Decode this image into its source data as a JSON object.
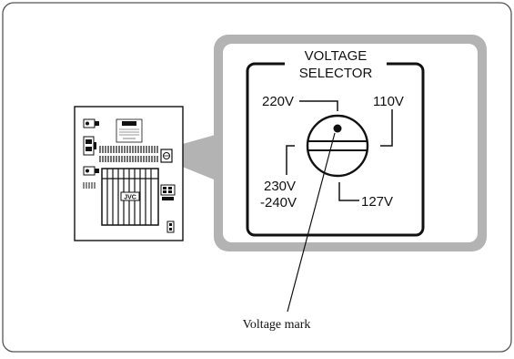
{
  "panel": {
    "heading_line1": "VOLTAGE",
    "heading_line2": "SELECTOR"
  },
  "voltages": {
    "v220": "220V",
    "v110": "110V",
    "v230_line1": "230V",
    "v230_line2": "-240V",
    "v127": "127V"
  },
  "callout": {
    "label": "Voltage mark"
  },
  "device": {
    "badge_text": "JVC"
  },
  "colors": {
    "frame_outline": "#555555",
    "callout_gray": "#b3b3b3",
    "ink": "#111111"
  }
}
